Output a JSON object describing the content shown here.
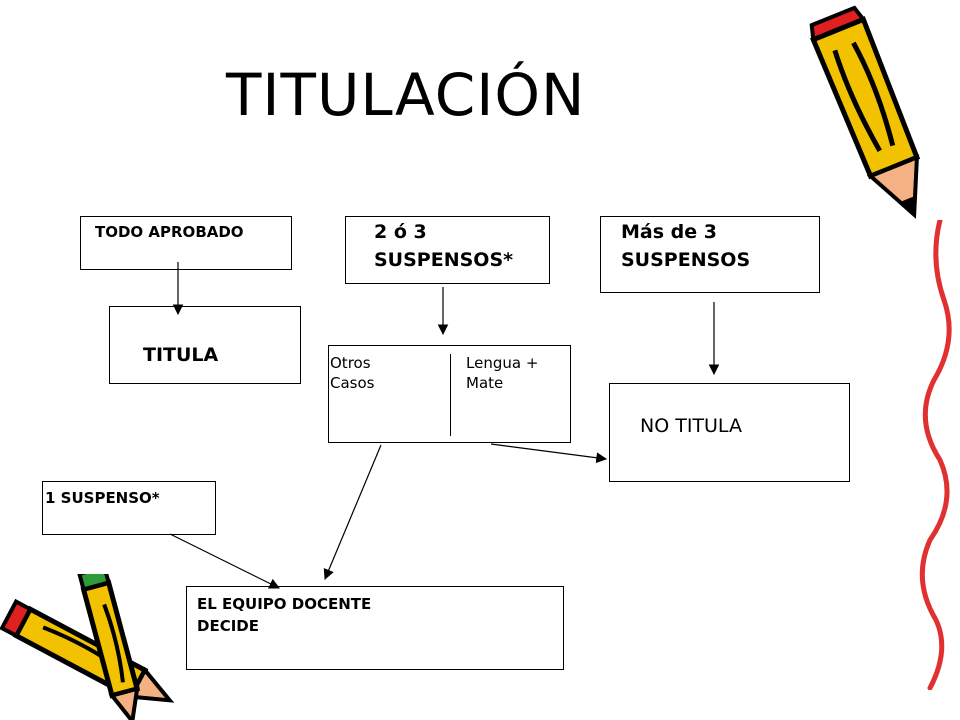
{
  "title": "TITULACIÓN",
  "boxes": {
    "todo_aprobado": "TODO APROBADO",
    "dos_tres_line1": "2 ó 3",
    "dos_tres_line2": "SUSPENSOS*",
    "mas_de_tres_line1": "Más de 3",
    "mas_de_tres_line2": "SUSPENSOS",
    "titula": "TITULA",
    "otros_line1": "Otros",
    "otros_line2": "Casos",
    "lengua_line1": "Lengua +",
    "lengua_line2": "Mate",
    "no_titula": "NO TITULA",
    "un_suspenso": "1 SUSPENSO*",
    "equipo_line1": "EL EQUIPO DOCENTE",
    "equipo_line2": "DECIDE"
  },
  "decorations": {
    "pencil_top_right": "pencil-icon",
    "pencils_bottom_left": "pencils-icon",
    "squiggle_right": "squiggle-line"
  },
  "colors": {
    "pencil_body": "#f2c200",
    "pencil_outline": "#000000",
    "pencil_eraser": "#e02020",
    "pencil_green": "#2e9a3a",
    "pencil_tip": "#f4b183"
  }
}
